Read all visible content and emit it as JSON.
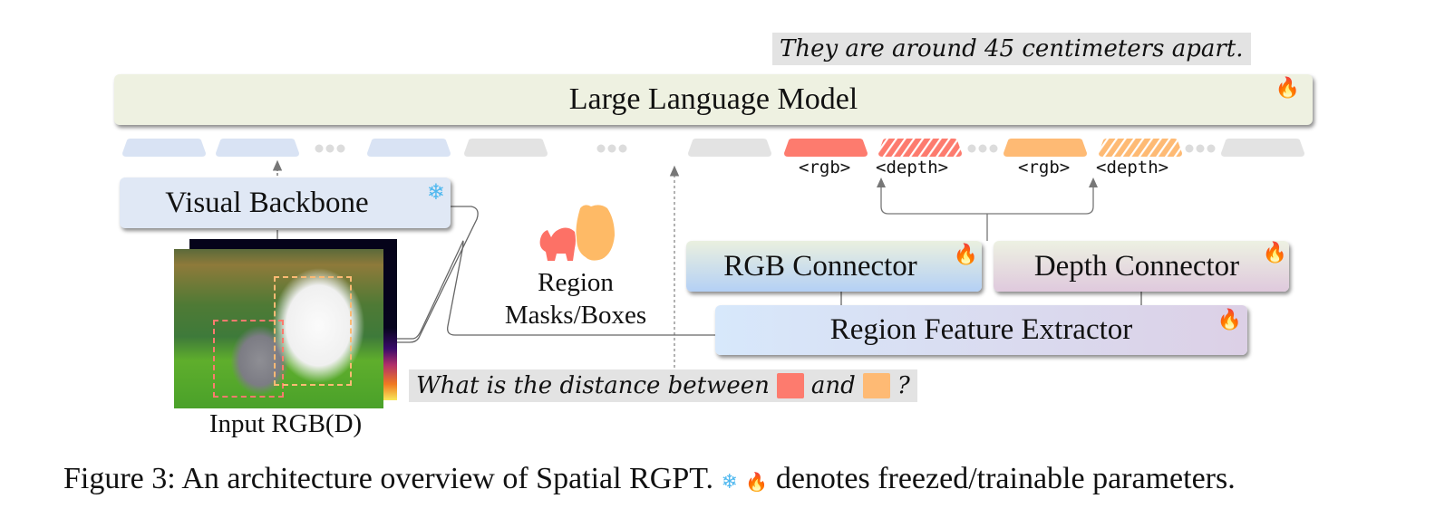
{
  "figure": {
    "answer_text": "They are around 45 centimeters apart.",
    "question": {
      "prefix": "What is the distance between",
      "middle": "and",
      "suffix": "?",
      "swatch_colors": [
        "#fd7b6e",
        "#feba74"
      ]
    },
    "modules": {
      "llm": {
        "label": "Large Language Model",
        "status_icon": "fire-icon"
      },
      "visual_backbone": {
        "label": "Visual Backbone",
        "status_icon": "snowflake-icon"
      },
      "rgb_connector": {
        "label": "RGB Connector",
        "status_icon": "fire-icon"
      },
      "depth_connector": {
        "label": "Depth Connector",
        "status_icon": "fire-icon"
      },
      "region_feature_extractor": {
        "label": "Region Feature Extractor",
        "status_icon": "fire-icon"
      }
    },
    "tokens": [
      {
        "kind": "visual",
        "color": "#d9e3f4"
      },
      {
        "kind": "visual",
        "color": "#d9e3f4"
      },
      {
        "kind": "ellipsis"
      },
      {
        "kind": "visual",
        "color": "#d9e3f4"
      },
      {
        "kind": "text",
        "color": "#e3e3e3"
      },
      {
        "kind": "ellipsis"
      },
      {
        "kind": "text",
        "color": "#e3e3e3"
      },
      {
        "kind": "rgb",
        "color": "#fd7b6e",
        "tag": "<rgb>"
      },
      {
        "kind": "depth",
        "color": "#fd7b6e",
        "tag": "<depth>"
      },
      {
        "kind": "ellipsis"
      },
      {
        "kind": "rgb",
        "color": "#feba74",
        "tag": "<rgb>"
      },
      {
        "kind": "depth",
        "color": "#feba74",
        "tag": "<depth>"
      },
      {
        "kind": "ellipsis"
      },
      {
        "kind": "text",
        "color": "#e3e3e3"
      }
    ],
    "input_label": "Input RGB(D)",
    "region_label_line1": "Region",
    "region_label_line2": "Masks/Boxes",
    "mask_colors": {
      "cat": "#fd7166",
      "dog": "#feba66"
    },
    "caption": {
      "prefix": "Figure 3:  An architecture overview of Spatial RGPT.",
      "suffix": "denotes freezed/trainable parameters."
    },
    "icons": {
      "snowflake": "❄",
      "fire": "🔥"
    }
  }
}
